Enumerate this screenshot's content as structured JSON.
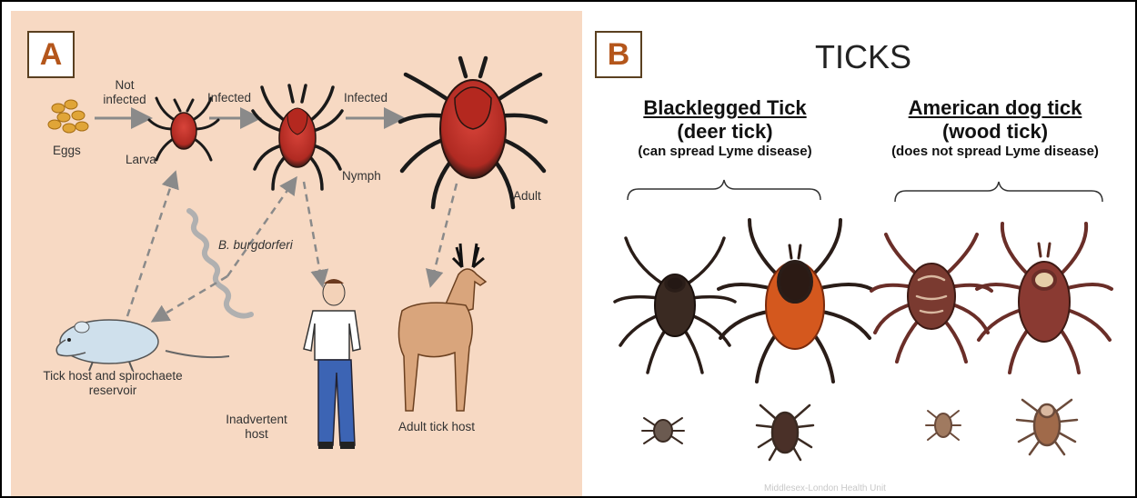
{
  "panel_a": {
    "letter": "A",
    "labels": {
      "not_infected_1": "Not",
      "not_infected_2": "infected",
      "infected_1": "Infected",
      "infected_2": "Infected",
      "eggs": "Eggs",
      "larva": "Larva",
      "nymph": "Nymph",
      "adult": "Adult",
      "bacterium": "B. burgdorferi",
      "reservoir_1": "Tick host and spirochaete",
      "reservoir_2": "reservoir",
      "inadvertent_1": "Inadvertent",
      "inadvertent_2": "host",
      "adult_host": "Adult tick host"
    },
    "colors": {
      "background": "#f7d9c3",
      "tick_body": "#c8352a",
      "arrow": "#8a8a8a",
      "mouse": "#cfe0ec",
      "deer": "#d9a57c",
      "jeans": "#3c64b4"
    }
  },
  "panel_b": {
    "letter": "B",
    "title": "TICKS",
    "blacklegged": {
      "name": "Blacklegged Tick",
      "alias": "(deer tick)",
      "note": "(can spread Lyme disease)"
    },
    "american_dog": {
      "name": "American dog tick",
      "alias": "(wood tick)",
      "note": "(does not spread Lyme disease)"
    },
    "credit": "Middlesex-London Health Unit",
    "colors": {
      "blacklegged_scutum": "#2b1a14",
      "blacklegged_female_body": "#d4581e",
      "dog_tick_body": "#7a3a30",
      "dog_tick_mottle": "#d9b8a0"
    }
  }
}
